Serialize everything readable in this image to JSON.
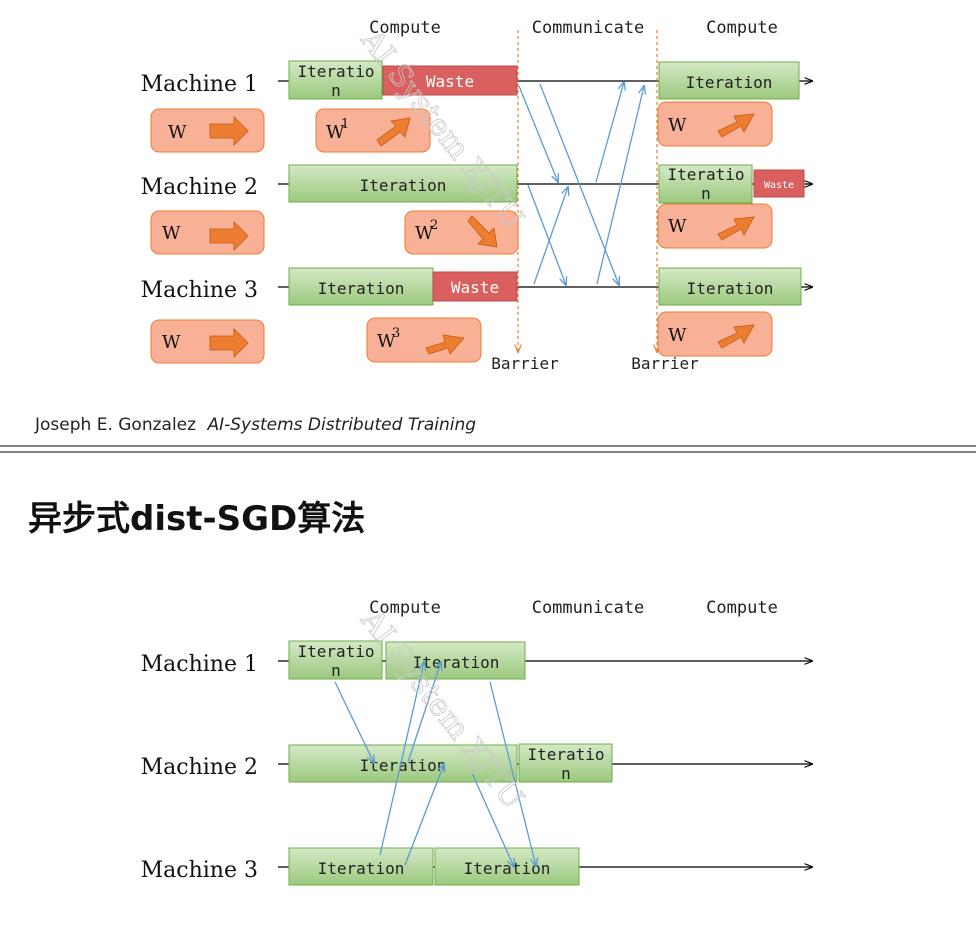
{
  "top_diagram": {
    "phase_labels": [
      "Compute",
      "Communicate",
      "Compute"
    ],
    "machines": [
      "Machine 1",
      "Machine 2",
      "Machine 3"
    ],
    "iteration_label": "Iteration",
    "iteration_wrapped": [
      "Iteratio",
      "n"
    ],
    "waste_label": "Waste",
    "barrier_label": "Barrier",
    "weight_label": "W",
    "weight_superscripts": [
      "1",
      "2",
      "3"
    ]
  },
  "credit": {
    "author": "Joseph E. Gonzalez",
    "course": "AI-Systems Distributed Training"
  },
  "section_title": "异步式dist-SGD算法",
  "bottom_diagram": {
    "phase_labels": [
      "Compute",
      "Communicate",
      "Compute"
    ],
    "machines": [
      "Machine 1",
      "Machine 2",
      "Machine 3"
    ],
    "iteration_label": "Iteration",
    "iteration_wrapped": [
      "Iteratio",
      "n"
    ]
  },
  "watermark": "AI System XJTU",
  "colors": {
    "iteration_fill": "#a9d18e",
    "iteration_stroke": "#70ad47",
    "waste_fill": "#d9605f",
    "weight_fill": "#f8b196",
    "arrow_fill": "#ed7d31",
    "comm_arrow": "#5b9bd5",
    "barrier": "#ed7d31",
    "divider": "#595959"
  }
}
